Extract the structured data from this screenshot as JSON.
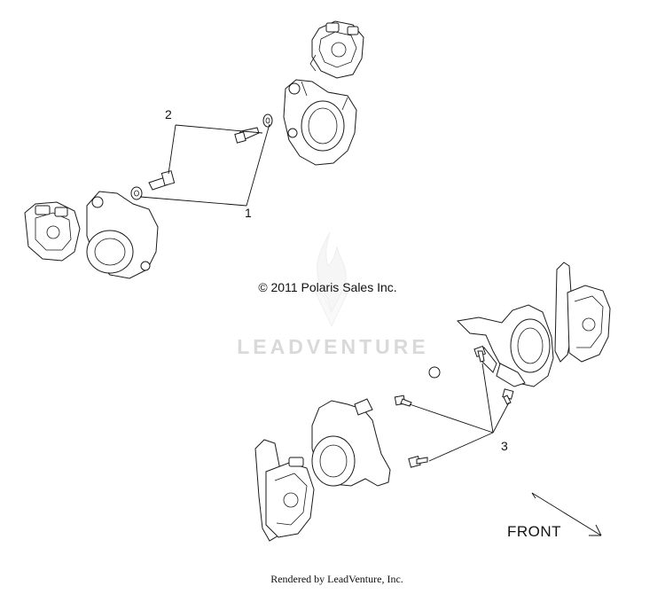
{
  "callouts": {
    "one": "1",
    "two": "2",
    "three": "3"
  },
  "copyright": "© 2011 Polaris Sales Inc.",
  "watermark": "LEADVENTURE",
  "front_label": "FRONT",
  "footer": "Rendered by LeadVenture, Inc."
}
